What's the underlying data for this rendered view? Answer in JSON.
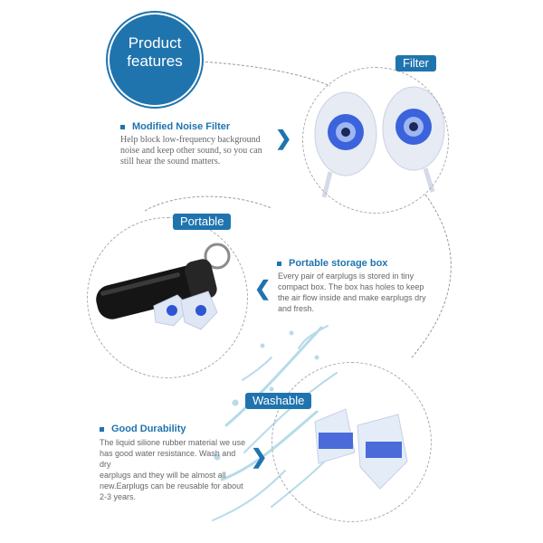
{
  "hero": {
    "line1": "Product",
    "line2": "features"
  },
  "sections": [
    {
      "tag": "Filter",
      "heading": "Modified Noise Filter",
      "lines": [
        "Help block low-frequency background",
        "noise and keep other sound, so you can",
        "still hear the sound matters."
      ]
    },
    {
      "tag": "Portable",
      "heading": "Portable storage box",
      "lines": [
        "Every pair of earplugs is stored in tiny",
        "compact box. The box has holes to keep",
        "the air flow inside and make earplugs dry",
        "and fresh."
      ]
    },
    {
      "tag": "Washable",
      "heading": "Good Durability",
      "lines": [
        "The liquid silione rubber material we use",
        "has good water resistance. Wash and dry",
        "earplugs and they will be almost all",
        "new.Earplugs can be reusable for about",
        "2-3 years."
      ]
    }
  ],
  "icons": {
    "right": "chevron-right-icon",
    "left": "chevron-left-icon"
  },
  "colors": {
    "accent": "#1f74ae",
    "text": "#666666",
    "plug_blue": "#2f55d4"
  }
}
